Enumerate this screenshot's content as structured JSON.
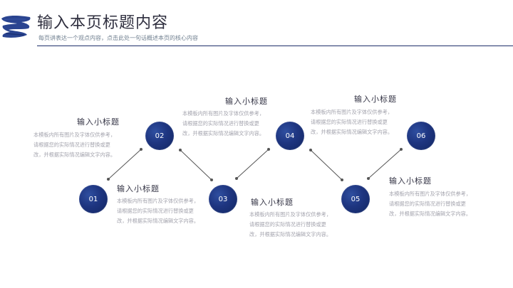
{
  "header": {
    "title": "输入本页标题内容",
    "subtitle": "每页讲表达一个观点内容，点击此处一句话概述本页的核心内容"
  },
  "colors": {
    "accent": "#1e3580",
    "text": "#333344",
    "muted": "#a4a4ae"
  },
  "items": [
    {
      "num": "01",
      "heading": "输入小标题",
      "lines": [
        "本模板内所有图片及字体仅供参考，",
        "请根据您的实际情况进行替换或更",
        "改，并根据实际情况编辑文字内容。"
      ]
    },
    {
      "num": "02",
      "heading": "输入小标题",
      "lines": [
        "本模板内所有图片及字体仅供参考，",
        "请根据您的实际情况进行替换或更",
        "改，并根据实际情况编辑文字内容。"
      ]
    },
    {
      "num": "03",
      "heading": "输入小标题",
      "lines": [
        "本模板内所有图片及字体仅供参考，",
        "请根据您的实际情况进行替换或更",
        "改，并根据实际情况编辑文字内容。"
      ]
    },
    {
      "num": "04",
      "heading": "输入小标题",
      "lines": [
        "本模板内所有图片及字体仅供参考，",
        "请根据您的实际情况进行替换或更",
        "改，并根据实际情况编辑文字内容。"
      ]
    },
    {
      "num": "05",
      "heading": "输入小标题",
      "lines": [
        "本模板内所有图片及字体仅供参考，",
        "请根据您的实际情况进行替换或更",
        "改，并根据实际情况编辑文字内容。"
      ]
    },
    {
      "num": "06",
      "heading": "输入小标题",
      "lines": [
        "本模板内所有图片及字体仅供参考，",
        "请根据您的实际情况进行替换或更",
        "改，并根据实际情况编辑文字内容。"
      ]
    }
  ]
}
